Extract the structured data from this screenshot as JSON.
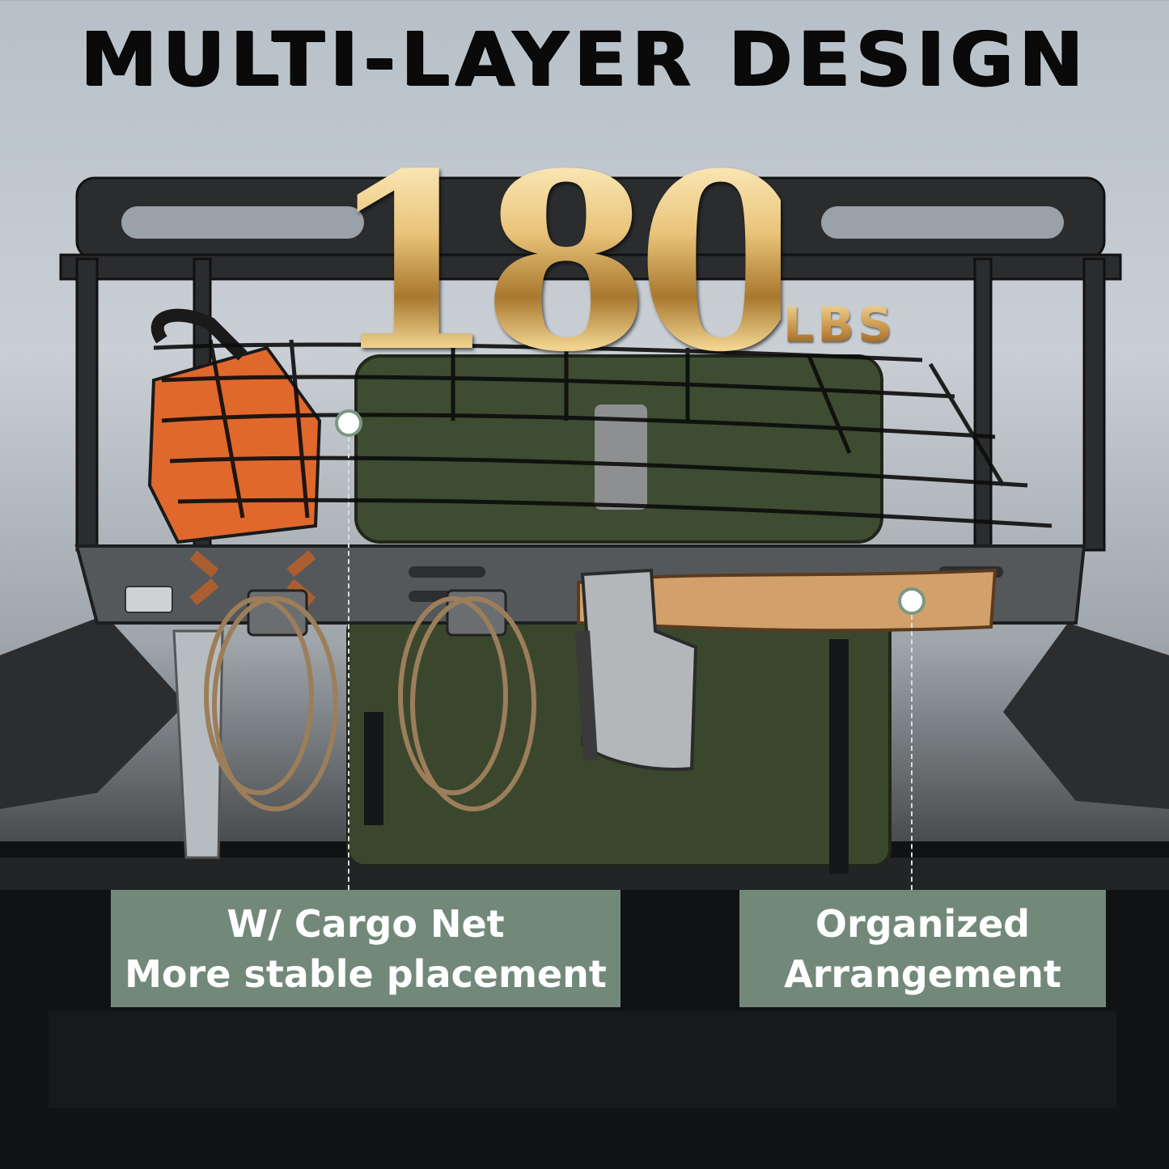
{
  "headline": "MULTI-LAYER DESIGN",
  "weight": {
    "number": "180",
    "unit": "LBS"
  },
  "callouts": [
    {
      "line1": "W/ Cargo Net",
      "line2": "More stable placement"
    },
    {
      "line1": "Organized",
      "line2": "Arrangement"
    }
  ],
  "colors": {
    "callout_bg": "#72897a",
    "gold": "#d6b064",
    "headline": "#0a0a0a"
  }
}
